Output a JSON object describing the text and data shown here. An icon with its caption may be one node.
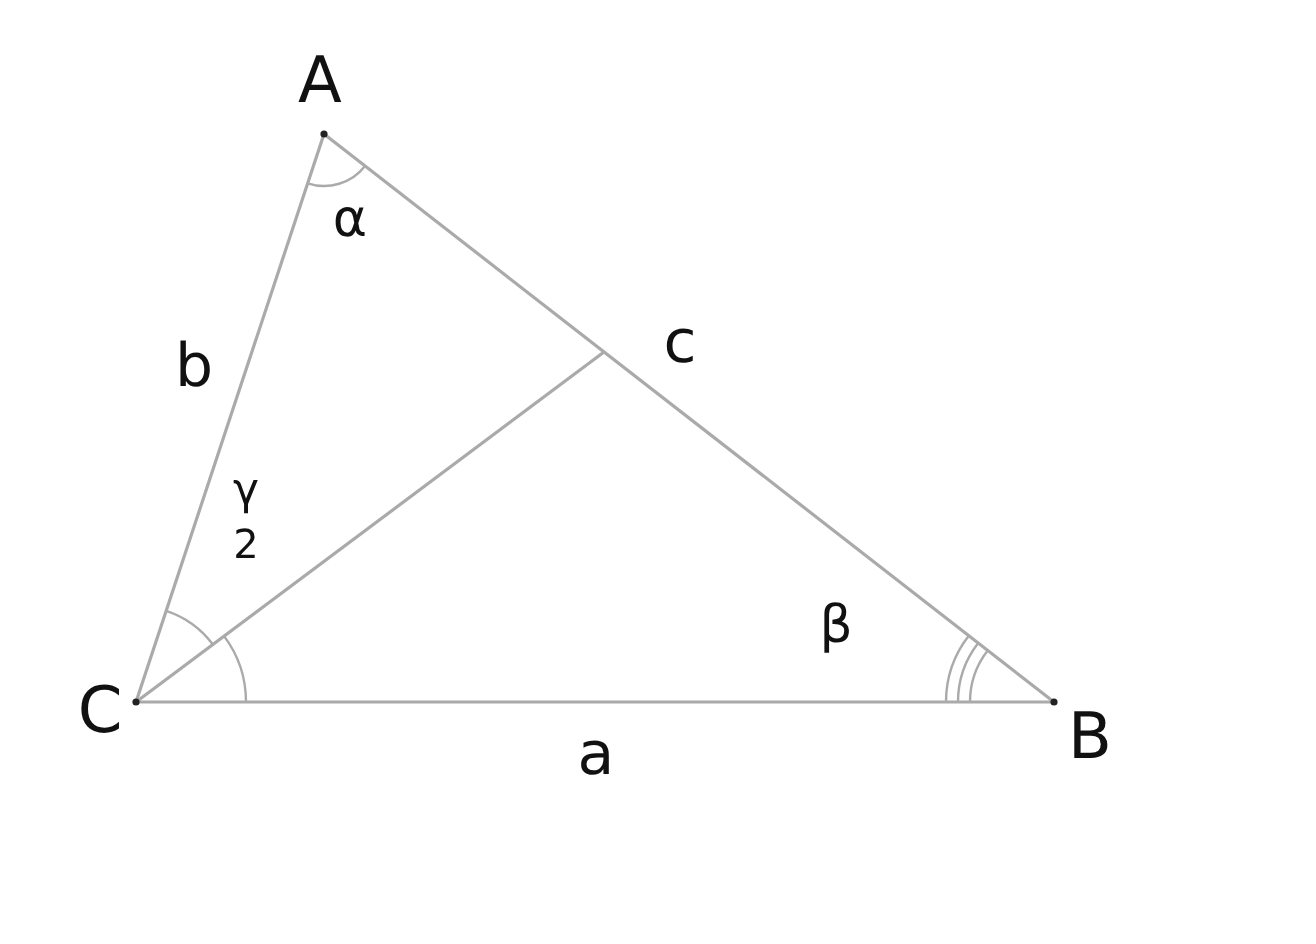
{
  "diagram": {
    "labels": [
      "A",
      "α",
      "b",
      "c",
      "γ",
      "2",
      "β",
      "C",
      "B",
      "a"
    ]
  }
}
